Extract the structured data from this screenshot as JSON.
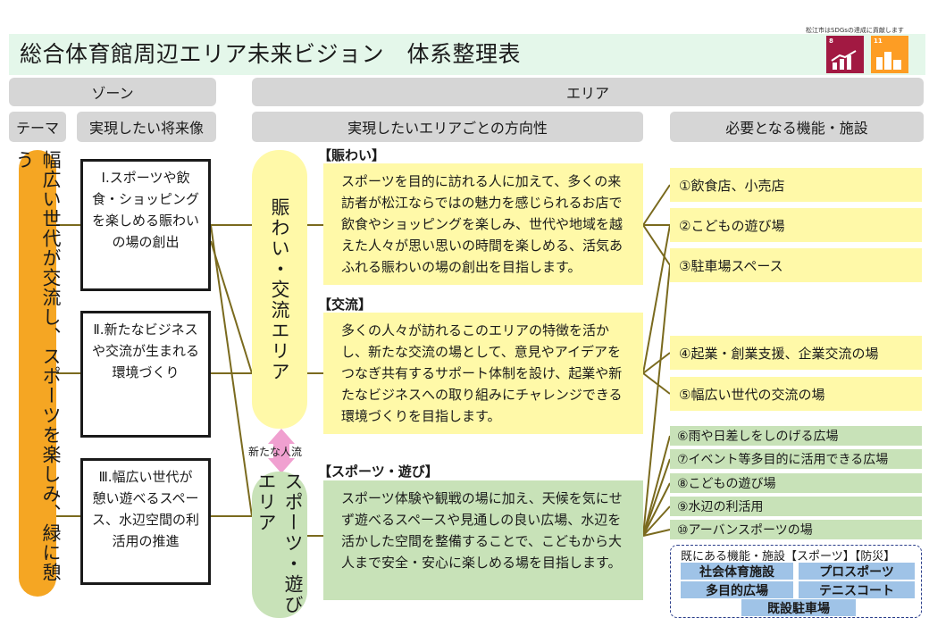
{
  "title": "総合体育館周辺エリア未来ビジョン　体系整理表",
  "sdg": {
    "note": "松江市はSDGsの達成に貢献します",
    "icons": [
      {
        "number": "8",
        "color": "#a21942"
      },
      {
        "number": "11",
        "color": "#fd9d24"
      }
    ]
  },
  "headers": {
    "zone": "ゾーン",
    "area": "エリア"
  },
  "subheaders": {
    "theme": "テーマ",
    "vision": "実現したい将来像",
    "direction": "実現したいエリアごとの方向性",
    "functions": "必要となる機能・施設"
  },
  "theme_text": "幅広い世代が交流し、スポーツを楽しみ、緑に憩う",
  "visions": [
    {
      "text": "Ⅰ.スポーツや飲食・ショッピングを楽しめる賑わいの場の創出"
    },
    {
      "text": "Ⅱ.新たなビジネスや交流が生まれる環境づくり"
    },
    {
      "text": "Ⅲ.幅広い世代が憩い遊べるスペース、水辺空間の利活用の推進"
    }
  ],
  "zones": [
    {
      "label": "賑わい・交流エリア"
    },
    {
      "label": "スポーツ・遊びエリア"
    }
  ],
  "flow_label": "新たな人流",
  "sections": [
    {
      "title": "【賑わい】",
      "text": "スポーツを目的に訪れる人に加えて、多くの来訪者が松江ならではの魅力を感じられるお店で飲食やショッピングを楽しみ、世代や地域を越えた人々が思い思いの時間を楽しめる、活気あふれる賑わいの場の創出を目指します。"
    },
    {
      "title": "【交流】",
      "text": "多くの人々が訪れるこのエリアの特徴を活かし、新たな交流の場として、意見やアイデアをつなぎ共有するサポート体制を設け、起業や新たなビジネスへの取り組みにチャレンジできる環境づくりを目指します。"
    },
    {
      "title": "【スポーツ・遊び】",
      "text": "スポーツ体験や観戦の場に加え、天候を気にせず遊べるスペースや見通しの良い広場、水辺を活かした空間を整備することで、こどもから大人まで安全・安心に楽しめる場を目指します。"
    }
  ],
  "functions": [
    "①飲食店、小売店",
    "②こどもの遊び場",
    "③駐車場スペース",
    "④起業・創業支援、企業交流の場",
    "⑤幅広い世代の交流の場",
    "⑥雨や日差しをしのげる広場",
    "⑦イベント等多目的に活用できる広場",
    "⑧こどもの遊び場",
    "⑨水辺の利活用",
    "⑩アーバンスポーツの場"
  ],
  "existing": {
    "title": "既にある機能・施設【スポーツ】【防災】",
    "items": [
      "社会体育施設",
      "プロスポーツ",
      "多目的広場",
      "テニスコート",
      "既設駐車場"
    ]
  },
  "colors": {
    "theme": "#f5a623",
    "zone_yellow": "#fff9a8",
    "zone_green": "#c8e2b8",
    "connector": "#7a6a1e",
    "flow_arrow": "#f0a0d0",
    "existing_cell": "#9fc3e7"
  }
}
